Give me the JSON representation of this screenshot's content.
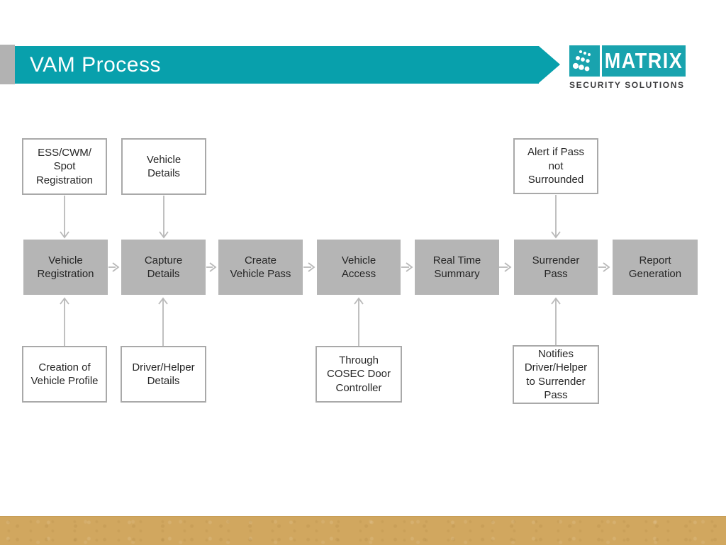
{
  "slide": {
    "title": "VAM Process",
    "logo": {
      "brand": "MATRIX",
      "tagline": "SECURITY SOLUTIONS"
    }
  },
  "colors": {
    "banner_teal": "#08a0ac",
    "logo_teal": "#19a3ae",
    "accent_gray": "#b2b2b2",
    "process_box_gray": "#b5b5b5",
    "white_box_border": "#a9a9a9",
    "connector_gray": "#b9b9b9",
    "box_text": "#262626",
    "footer_tan": "#d1a75f"
  },
  "flowchart": {
    "top_row": [
      {
        "label": "ESS/CWM/\nSpot\nRegistration"
      },
      {
        "label": "Vehicle\nDetails"
      },
      {
        "label": "Alert if Pass\nnot\nSurrounded"
      }
    ],
    "main_row": [
      {
        "label": "Vehicle\nRegistration"
      },
      {
        "label": "Capture\nDetails"
      },
      {
        "label": "Create\nVehicle Pass"
      },
      {
        "label": "Vehicle\nAccess"
      },
      {
        "label": "Real Time\nSummary"
      },
      {
        "label": "Surrender\nPass"
      },
      {
        "label": "Report\nGeneration"
      }
    ],
    "bottom_row": [
      {
        "label": "Creation of\nVehicle Profile"
      },
      {
        "label": "Driver/Helper\nDetails"
      },
      {
        "label": "Through\nCOSEC Door\nController"
      },
      {
        "label": "Notifies\nDriver/Helper\nto Surrender\nPass"
      }
    ]
  }
}
